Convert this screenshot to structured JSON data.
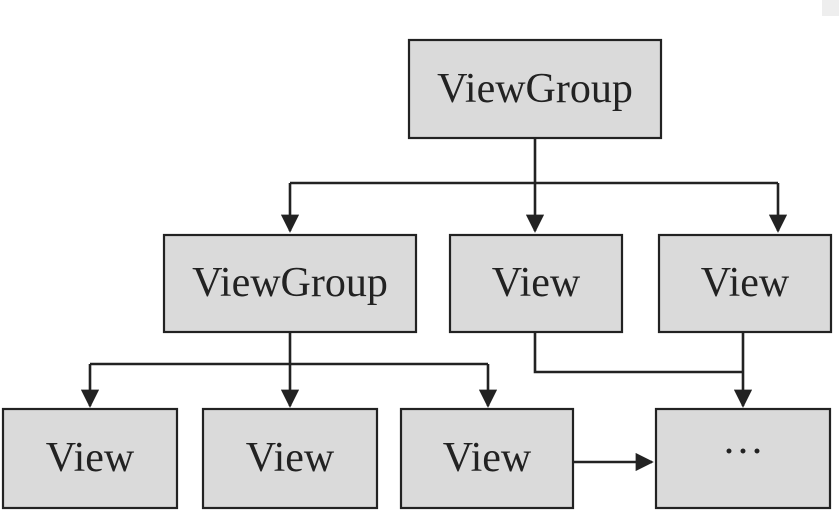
{
  "diagram": {
    "nodes": {
      "root": "ViewGroup",
      "group_child": "ViewGroup",
      "view_mid": "View",
      "view_right": "View",
      "leaf_1": "View",
      "leaf_2": "View",
      "leaf_3": "View",
      "more": "···"
    }
  },
  "colors": {
    "box_fill": "#dadada",
    "stroke": "#222222",
    "background": "#ffffff"
  }
}
